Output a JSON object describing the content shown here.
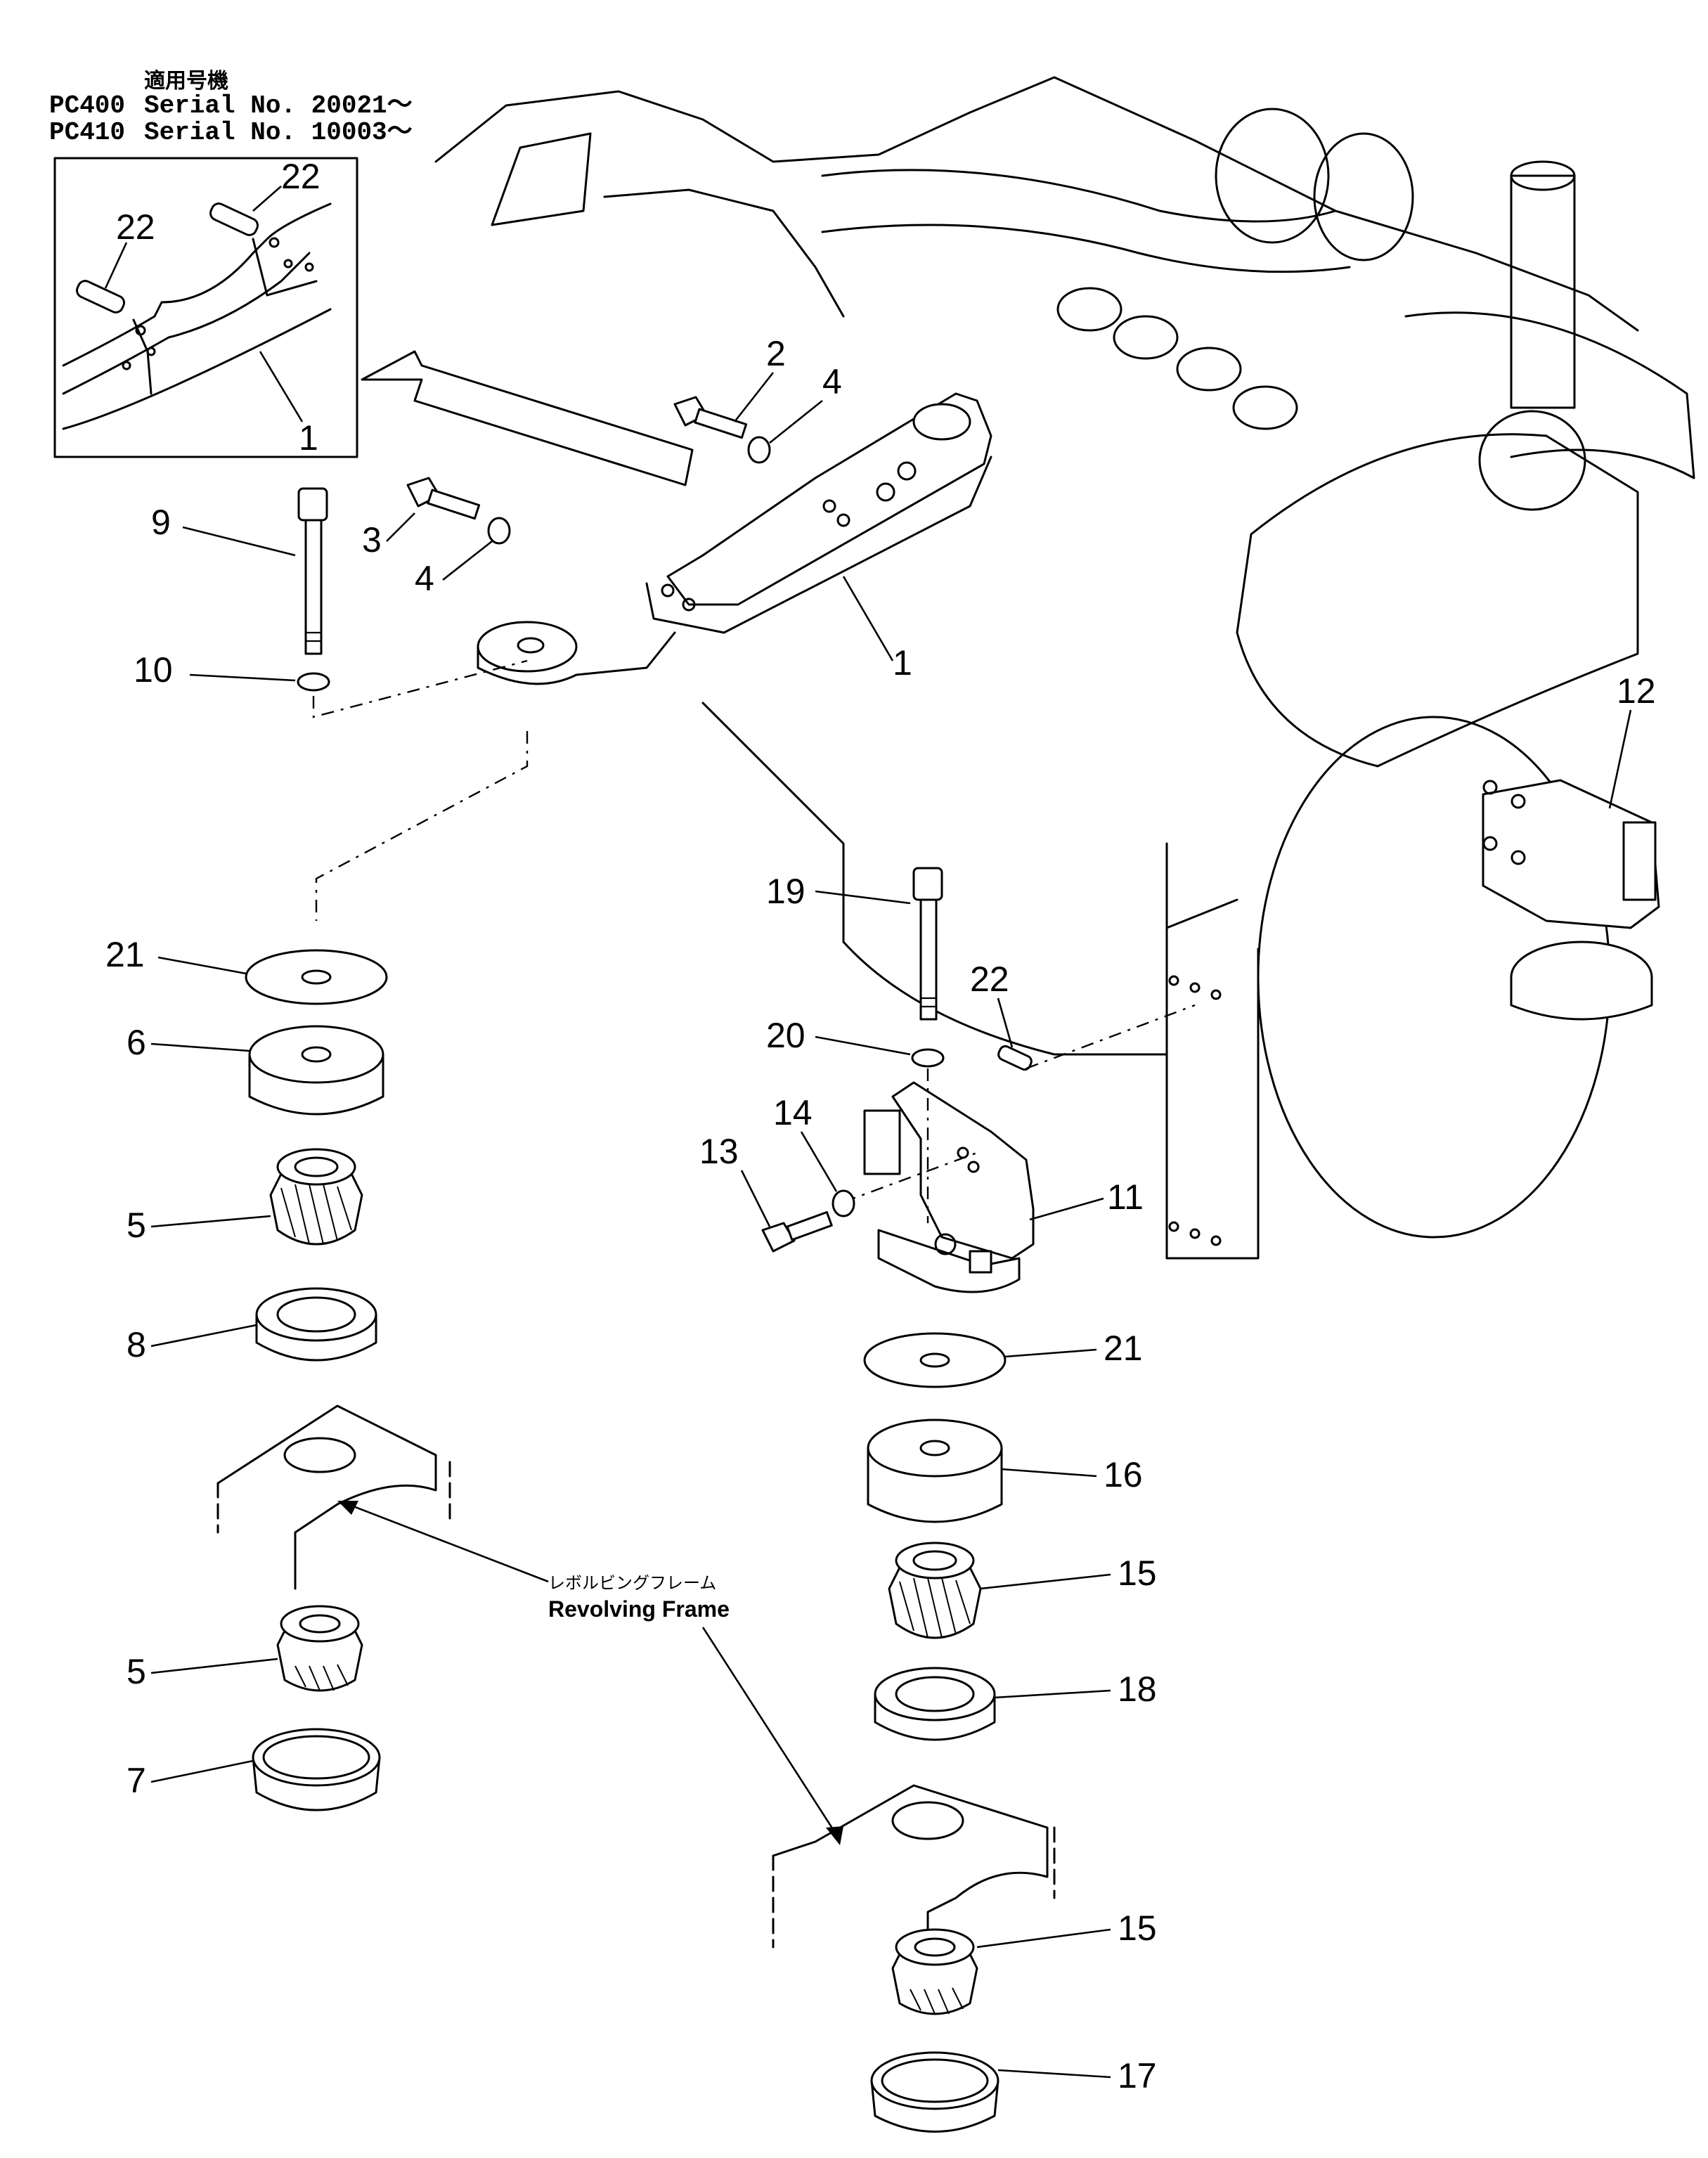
{
  "header": {
    "jp_title": "適用号機",
    "lines": [
      {
        "model": "PC400",
        "serial": "Serial No. 20021～"
      },
      {
        "model": "PC410",
        "serial": "Serial No. 10003～"
      }
    ]
  },
  "inset": {
    "callouts": [
      "22",
      "22",
      "1"
    ]
  },
  "callouts": {
    "c1": "1",
    "c2": "2",
    "c3": "3",
    "c4a": "4",
    "c4b": "4",
    "c5a": "5",
    "c5b": "5",
    "c6": "6",
    "c7": "7",
    "c8": "8",
    "c9": "9",
    "c10": "10",
    "c11": "11",
    "c12": "12",
    "c13": "13",
    "c14": "14",
    "c15a": "15",
    "c15b": "15",
    "c16": "16",
    "c17": "17",
    "c18": "18",
    "c19": "19",
    "c20": "20",
    "c21a": "21",
    "c21b": "21",
    "c22": "22"
  },
  "note": {
    "jp": "レボルビングフレーム",
    "en": "Revolving Frame"
  }
}
